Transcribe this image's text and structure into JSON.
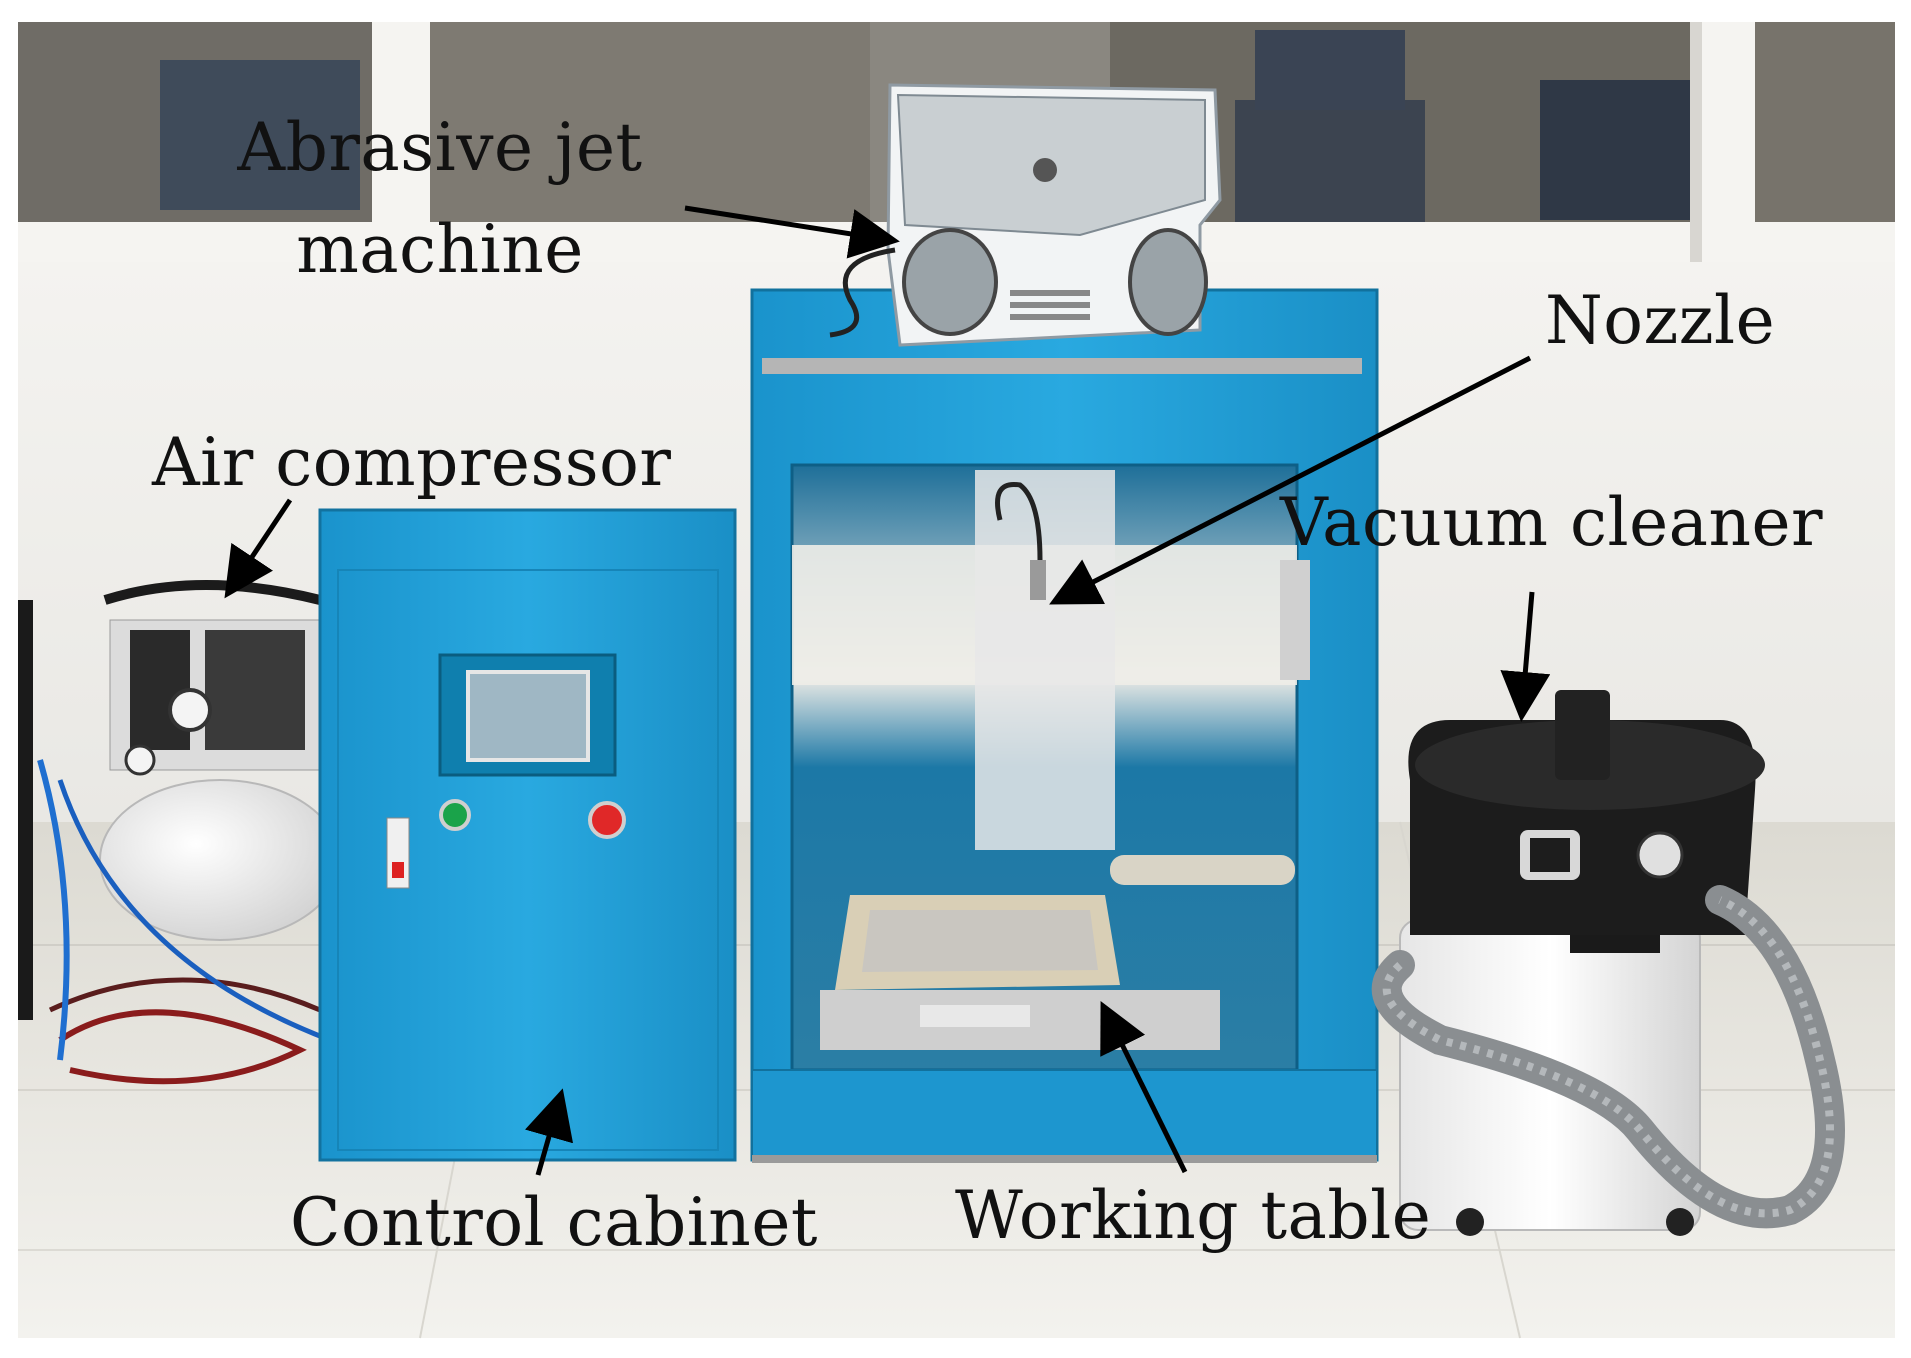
{
  "labels": {
    "abrasive_jet_line1": "Abrasive jet",
    "abrasive_jet_line2": "machine",
    "nozzle": "Nozzle",
    "air_compressor": "Air compressor",
    "vacuum_cleaner": "Vacuum cleaner",
    "control_cabinet": "Control cabinet",
    "working_table": "Working table"
  },
  "colors": {
    "cabinet_blue": "#1f9fd6",
    "floor": "#e9e7e1",
    "wall": "#f2f1ee",
    "label_text": "#111111"
  }
}
